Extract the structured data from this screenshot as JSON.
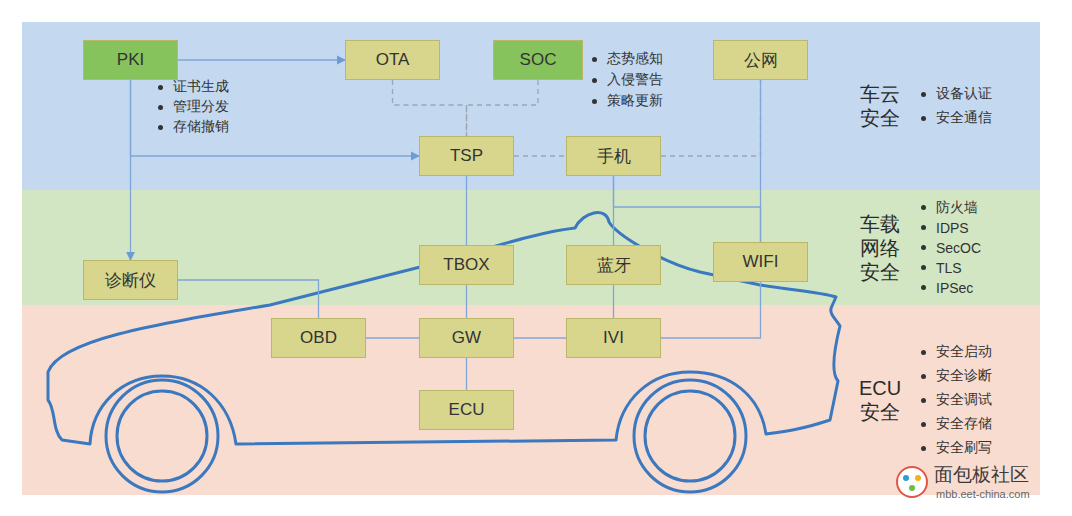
{
  "diagram": {
    "nodes": [
      {
        "text": [
          "车云 安全",
          "设备认证",
          "安全通信"
        ]
      },
      {
        "text": [
          "PKI"
        ],
        "in": 0
      },
      {
        "text": [
          "OTA"
        ],
        "in": 0
      },
      {
        "text": [
          "SOC"
        ],
        "in": 0
      },
      {
        "text": [
          "公网"
        ],
        "in": 0
      },
      {
        "text": [
          "TSP"
        ],
        "in": 0
      },
      {
        "text": [
          "手机"
        ],
        "in": 0
      },
      {
        "text": [
          "车载 网络 安全",
          "防火墙",
          "IDPS",
          "SecOC",
          "TLS",
          "IPSec"
        ]
      },
      {
        "text": [
          "诊断仪"
        ],
        "in": 7
      },
      {
        "text": [
          "TBOX"
        ],
        "in": 7
      },
      {
        "text": [
          "蓝牙"
        ],
        "in": 7
      },
      {
        "text": [
          "WIFI"
        ],
        "in": 7
      },
      {
        "text": [
          "ECU 安全",
          "安全启动",
          "安全诊断",
          "安全调试",
          "安全存储",
          "安全刷写"
        ]
      },
      {
        "text": [
          "OBD"
        ],
        "in": 12
      },
      {
        "text": [
          "GW"
        ],
        "in": 12
      },
      {
        "text": [
          "IVI"
        ],
        "in": 12
      },
      {
        "text": [
          "ECU"
        ],
        "in": 12
      }
    ],
    "edges": [
      {
        "from": 1,
        "to": 2,
        "arrow": "to"
      },
      {
        "from": 1,
        "to": 5,
        "arrow": "to"
      },
      {
        "from": 1,
        "to": 8,
        "arrow": "to"
      },
      {
        "from": 2,
        "to": 5,
        "arrow": "none"
      },
      {
        "from": 3,
        "to": 5,
        "arrow": "none"
      },
      {
        "from": 5,
        "to": 6,
        "arrow": "none"
      },
      {
        "from": 6,
        "to": 4,
        "arrow": "none"
      },
      {
        "from": 4,
        "to": 11,
        "arrow": "none"
      },
      {
        "from": 5,
        "to": 9,
        "arrow": "none"
      },
      {
        "from": 6,
        "to": 10,
        "arrow": "none"
      },
      {
        "from": 6,
        "to": 11,
        "arrow": "none"
      },
      {
        "from": 8,
        "to": 13,
        "arrow": "none"
      },
      {
        "from": 9,
        "to": 14,
        "arrow": "none"
      },
      {
        "from": 10,
        "to": 15,
        "arrow": "none"
      },
      {
        "from": 11,
        "to": 15,
        "arrow": "none"
      },
      {
        "from": 13,
        "to": 14,
        "arrow": "none"
      },
      {
        "from": 14,
        "to": 15,
        "arrow": "none"
      },
      {
        "from": 14,
        "to": 16,
        "arrow": "none"
      }
    ],
    "labels": [
      "证书生成",
      "管理分发",
      "存储撤销",
      "态势感知",
      "入侵警告",
      "策略更新",
      "面包板社区",
      "mbb.eet-china.com"
    ]
  }
}
